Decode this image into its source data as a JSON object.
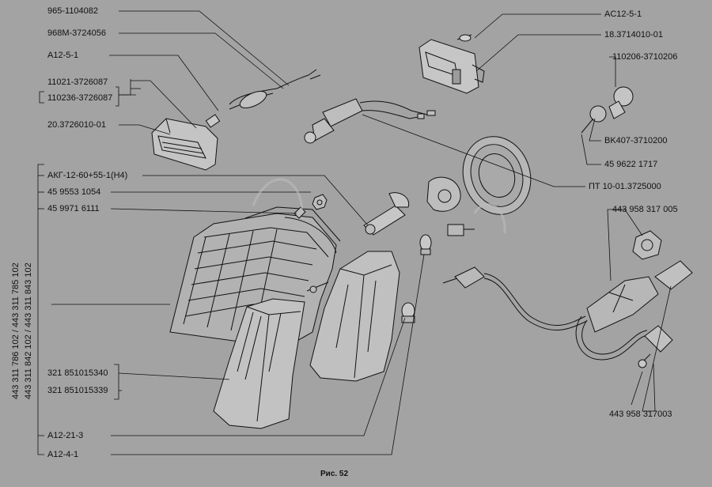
{
  "left_labels": [
    "965-1104082",
    "968M-3724056",
    "A12-5-1",
    "11021-3726087",
    "110236-3726087",
    "20.3726010-01",
    "АКГ-12-60+55-1(H4)",
    "45 9553 1054",
    "45 9971 6111",
    "321 851015340",
    "321 851015339",
    "A12-21-3",
    "A12-4-1"
  ],
  "right_labels": [
    "AC12-5-1",
    "18.3714010-01",
    "110206-3710206",
    "BK407-3710200",
    "45 9622 1717",
    "ПТ 10-01.3725000",
    "443 958 317 005",
    "443 958 317003"
  ],
  "vertical_labels": [
    "443 311 786 102 / 443 311 785 102",
    "443 311 842 102 / 443 311 843 102"
  ],
  "caption": "Рис. 52"
}
